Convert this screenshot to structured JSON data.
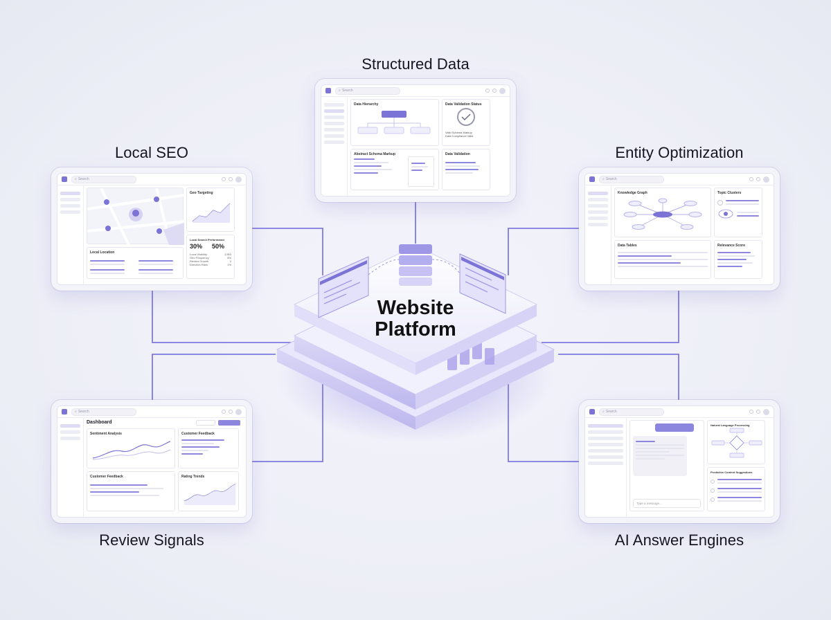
{
  "center": {
    "line1": "Website",
    "line2": "Platform"
  },
  "nodes": {
    "structured_data": {
      "label": "Structured Data",
      "search": "Search",
      "panel1": "Data Hierarchy",
      "panel2": "Data Validation Status",
      "panel2_lines": [
        "Valid Schema Markup",
        "Data Compliance Valid"
      ],
      "panel3": "Abstract Schema Markup",
      "panel4": "Data Validation"
    },
    "local_seo": {
      "label": "Local SEO",
      "search": "Search",
      "panel1": "Geo Targeting",
      "panel2": "Local Search Performance",
      "stat1": "30%",
      "stat2": "50%",
      "panel3": "Local Location",
      "rows": [
        "Local Visibility",
        "Geo Frequency",
        "Review Growth",
        "Direction Rank"
      ],
      "row_vals": [
        "1,563",
        "8%",
        "0",
        "1%"
      ]
    },
    "entity_optimization": {
      "label": "Entity Optimization",
      "search": "Search",
      "panel1": "Knowledge Graph",
      "panel2": "Topic Clusters",
      "panel3": "Data Tables",
      "panel4": "Relevance Score"
    },
    "review_signals": {
      "label": "Review Signals",
      "search": "Search",
      "title": "Dashboard",
      "panel1": "Sentiment Analysis",
      "panel2": "Customer Feedback",
      "panel3": "Customer Feedback",
      "panel4": "Rating Trends"
    },
    "ai_answer_engines": {
      "label": "AI Answer Engines",
      "search": "Search",
      "panel1": "Natural Language Processing",
      "panel2": "Predictive Content Suggestions",
      "chat_placeholder": "Type a message..."
    }
  },
  "colors": {
    "accent": "#7b74d6",
    "wire": "#7f79de",
    "background": "#eceef6"
  }
}
